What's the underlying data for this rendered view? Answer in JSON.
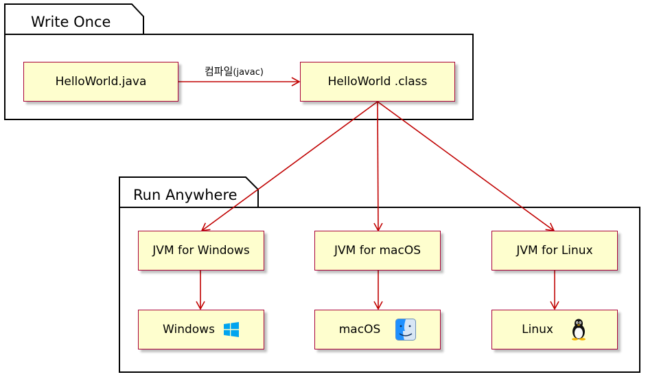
{
  "packages": {
    "write_once": {
      "title": "Write Once"
    },
    "run_anywhere": {
      "title": "Run Anywhere"
    }
  },
  "nodes": {
    "source": "HelloWorld.java",
    "bytecode": "HelloWorld .class",
    "jvm_windows": "JVM for Windows",
    "jvm_macos": "JVM for macOS",
    "jvm_linux": "JVM for Linux",
    "os_windows": "Windows",
    "os_macos": "macOS",
    "os_linux": "Linux"
  },
  "edges": {
    "compile_label": "컴파일",
    "compile_tool": "(javac)"
  },
  "icons": {
    "windows": "windows-logo-icon",
    "macos": "finder-icon",
    "linux": "tux-penguin-icon"
  },
  "colors": {
    "node_fill": "#fefece",
    "node_border": "#a80036",
    "edge": "#c00000",
    "windows_logo": "#00a4ef",
    "finder_blue": "#1e90ff"
  }
}
